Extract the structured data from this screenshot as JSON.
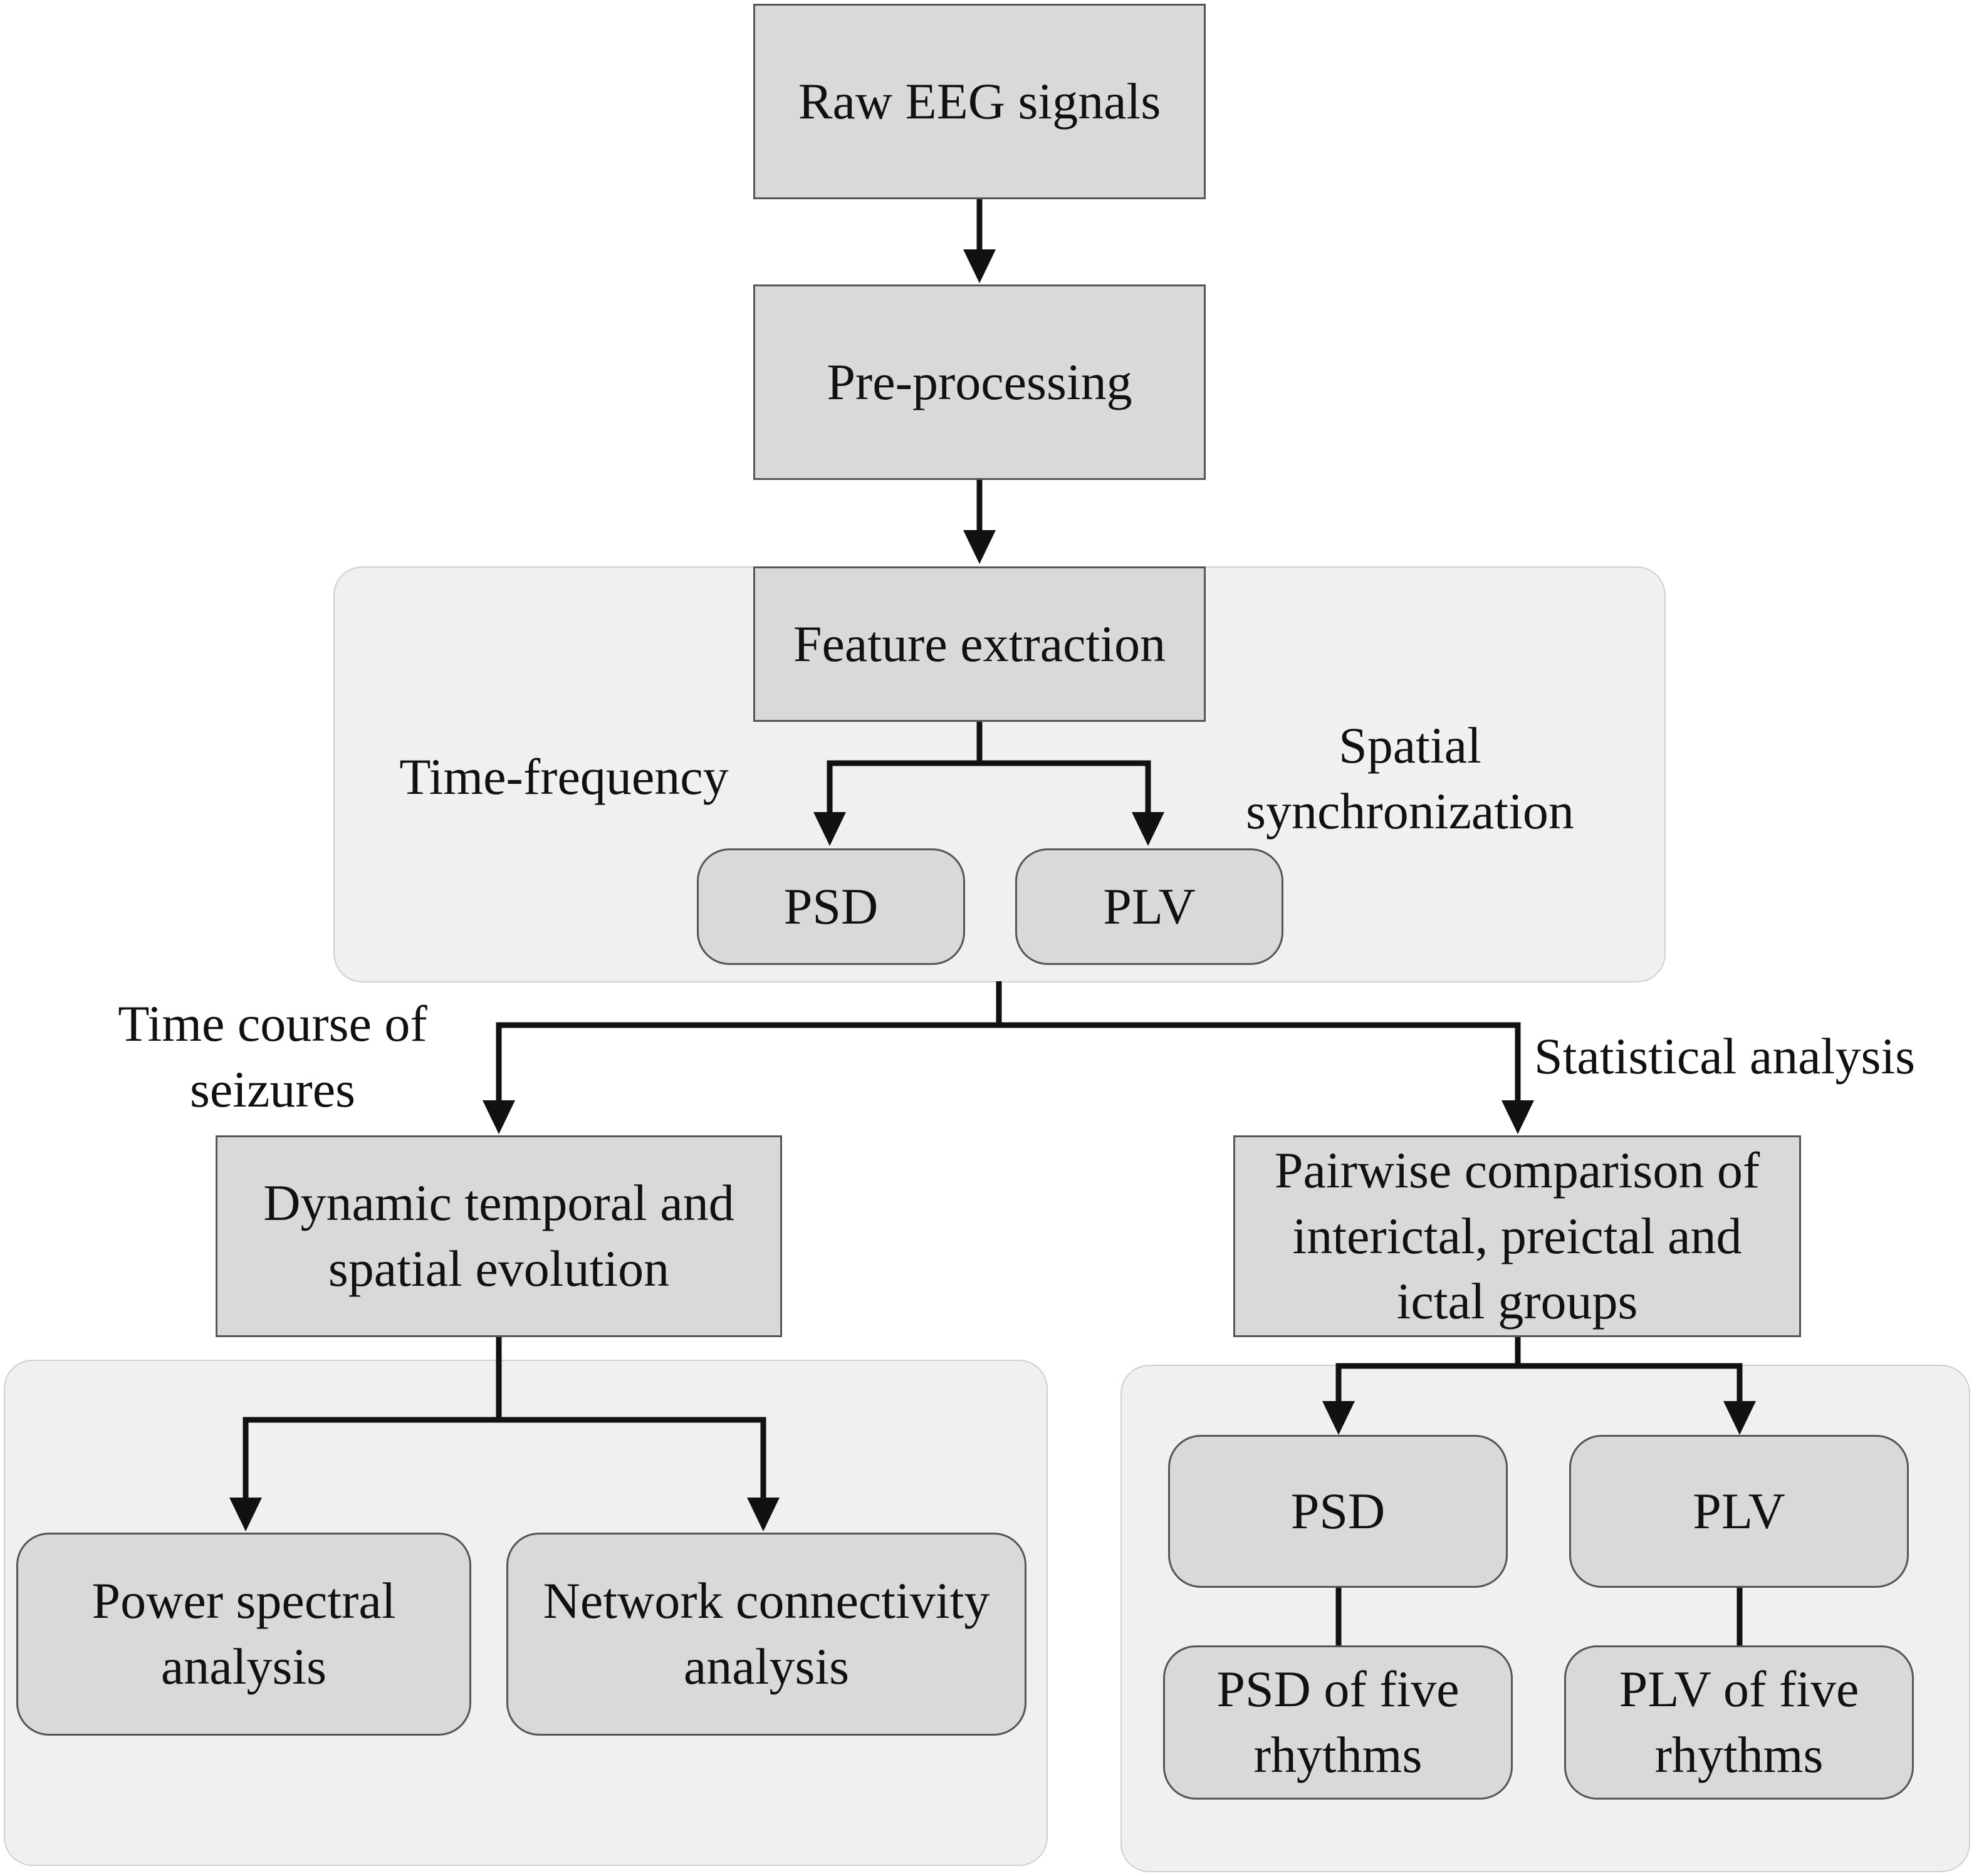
{
  "nodes": {
    "raw": "Raw EEG signals",
    "pre": "Pre-processing",
    "feat": "Feature extraction",
    "psd_top": "PSD",
    "plv_top": "PLV",
    "dyn": "Dynamic temporal and\nspatial evolution",
    "pair": "Pairwise comparison of\ninterictal, preictal and\nictal  groups",
    "power": "Power spectral\nanalysis",
    "network": "Network connectivity\nanalysis",
    "psd_stat": "PSD",
    "plv_stat": "PLV",
    "psd_five": "PSD of five\nrhythms",
    "plv_five": "PLV of five\nrhythms"
  },
  "labels": {
    "time_freq": "Time-frequency",
    "spatial_sync": "Spatial\nsynchronization",
    "time_course": "Time course of\nseizures",
    "statistical": "Statistical analysis"
  }
}
